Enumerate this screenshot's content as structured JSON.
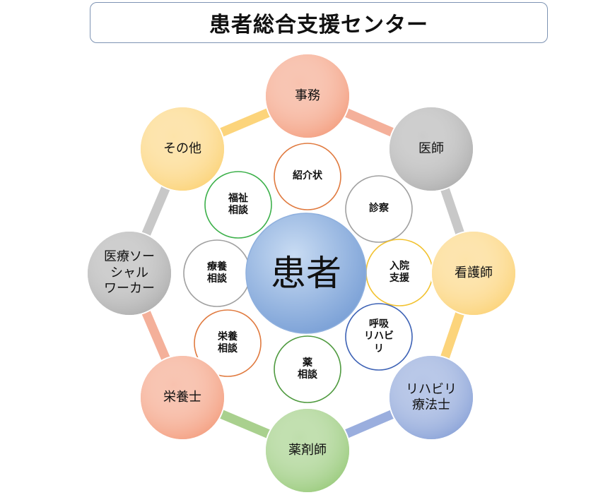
{
  "title": "患者総合支援センター",
  "center": {
    "label": "患者"
  },
  "outer_nodes": [
    {
      "id": "jimu",
      "label": "事務",
      "color": "#f4a183"
    },
    {
      "id": "ishi",
      "label": "医師",
      "color": "#b0b0b0"
    },
    {
      "id": "kangoshi",
      "label": "看護師",
      "color": "#fcd47b"
    },
    {
      "id": "rehab",
      "label": "リハビリ\n療法士",
      "color": "#8da5d9"
    },
    {
      "id": "yakuzaishi",
      "label": "薬剤師",
      "color": "#9ccc7f"
    },
    {
      "id": "eiyoushi",
      "label": "栄養士",
      "color": "#f4a183"
    },
    {
      "id": "msw",
      "label": "医療ソー\nシャル\nワーカー",
      "color": "#b0b0b0"
    },
    {
      "id": "sonota",
      "label": "その他",
      "color": "#fcd47b"
    }
  ],
  "inner_nodes": [
    {
      "id": "shoukaijou",
      "label": "紹介状",
      "border": "#e07a3f"
    },
    {
      "id": "shinsatsu",
      "label": "診察",
      "border": "#a0a0a0"
    },
    {
      "id": "nyuuin",
      "label": "入院\n支援",
      "border": "#f2c230"
    },
    {
      "id": "kokyuu",
      "label": "呼吸\nリハビ\nリ",
      "border": "#3d62b5"
    },
    {
      "id": "kusuri",
      "label": "薬\n相談",
      "border": "#4f9a3f"
    },
    {
      "id": "eiyou",
      "label": "栄養\n相談",
      "border": "#e07a3f"
    },
    {
      "id": "ryouyou",
      "label": "療養\n相談",
      "border": "#a0a0a0"
    },
    {
      "id": "fukushi",
      "label": "福祉\n相談",
      "border": "#3cb04a"
    }
  ],
  "ring_colors": [
    "#f4b09a",
    "#c8c8c8",
    "#fcd47b",
    "#9aaede",
    "#a9d08e",
    "#f4b09a",
    "#c8c8c8",
    "#fcd47b"
  ]
}
